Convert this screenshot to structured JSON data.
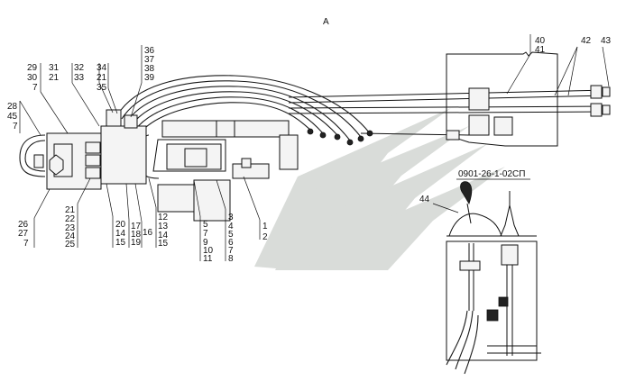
{
  "view_label": "А",
  "drawing_code": "0901-26-1-02СП",
  "colors": {
    "line": "#111111",
    "watermark": "#d9dcd9",
    "background": "#ffffff"
  },
  "callouts": {
    "c36": "36",
    "c37": "37",
    "c38": "38",
    "c39": "39",
    "c29": "29",
    "c30": "30",
    "c7a": "7",
    "c31": "31",
    "c21a": "21",
    "c32": "32",
    "c33": "33",
    "c34": "34",
    "c21b": "21",
    "c35": "35",
    "c40": "40",
    "c41": "41",
    "c42": "42",
    "c43": "43",
    "c28": "28",
    "c45": "45",
    "c7b": "7",
    "c26": "26",
    "c27": "27",
    "c7c": "7",
    "c21c": "21",
    "c22": "22",
    "c23": "23",
    "c24": "24",
    "c25": "25",
    "c20": "20",
    "c14a": "14",
    "c15a": "15",
    "c17": "17",
    "c18": "18",
    "c19": "19",
    "c16": "16",
    "c12": "12",
    "c13": "13",
    "c14b": "14",
    "c15b": "15",
    "c5": "5",
    "c7d": "7",
    "c9": "9",
    "c10": "10",
    "c11": "11",
    "c3": "3",
    "c4": "4",
    "c5b": "5",
    "c6": "6",
    "c7e": "7",
    "c8": "8",
    "c1": "1",
    "c2": "2",
    "c44": "44"
  }
}
